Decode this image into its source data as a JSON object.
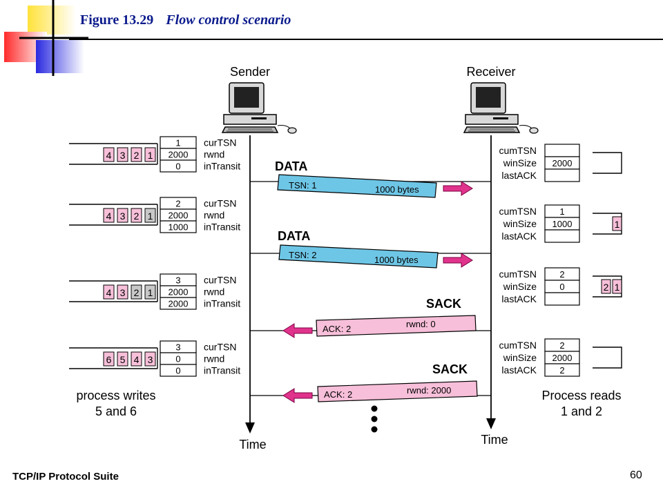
{
  "header": {
    "figure_number": "Figure 13.29",
    "figure_caption": "Flow control scenario"
  },
  "footer": {
    "suite": "TCP/IP Protocol Suite",
    "page_number": "60"
  },
  "sender": {
    "label": "Sender",
    "field_labels": [
      "curTSN",
      "rwnd",
      "inTransit"
    ],
    "states": [
      {
        "buffer": [
          "4",
          "3",
          "2",
          "1"
        ],
        "sent_gray": 0,
        "values": [
          "1",
          "2000",
          "0"
        ]
      },
      {
        "buffer": [
          "4",
          "3",
          "2",
          "1"
        ],
        "sent_gray": 1,
        "values": [
          "2",
          "2000",
          "1000"
        ]
      },
      {
        "buffer": [
          "4",
          "3",
          "2",
          "1"
        ],
        "sent_gray": 2,
        "values": [
          "3",
          "2000",
          "2000"
        ]
      },
      {
        "buffer": [
          "6",
          "5",
          "4",
          "3"
        ],
        "sent_gray": 0,
        "values": [
          "3",
          "0",
          "0"
        ]
      }
    ],
    "note_line1": "process writes",
    "note_line2": "5 and 6",
    "time_label": "Time"
  },
  "receiver": {
    "label": "Receiver",
    "field_labels": [
      "cumTSN",
      "winSize",
      "lastACK"
    ],
    "states": [
      {
        "values": [
          "",
          "2000",
          ""
        ],
        "buffer": []
      },
      {
        "values": [
          "1",
          "1000",
          ""
        ],
        "buffer": [
          "1"
        ]
      },
      {
        "values": [
          "2",
          "0",
          ""
        ],
        "buffer": [
          "2",
          "1"
        ]
      },
      {
        "values": [
          "2",
          "2000",
          "2"
        ],
        "buffer": []
      }
    ],
    "note_line1": "Process reads",
    "note_line2": "1 and 2",
    "time_label": "Time"
  },
  "messages": [
    {
      "type": "DATA",
      "left_text": "TSN: 1",
      "right_text": "1000 bytes",
      "direction": "right"
    },
    {
      "type": "DATA",
      "left_text": "TSN: 2",
      "right_text": "1000 bytes",
      "direction": "right"
    },
    {
      "type": "SACK",
      "left_text": "ACK: 2",
      "right_text": "rwnd: 0",
      "direction": "left"
    },
    {
      "type": "SACK",
      "left_text": "ACK: 2",
      "right_text": "rwnd: 2000",
      "direction": "left"
    }
  ],
  "colors": {
    "title": "#0a1a8c",
    "data_packet": "#6ec6e6",
    "sack_packet": "#f7bfd9",
    "arrow": "#e0338c",
    "buffer_cell": "#f7bfd9",
    "sent_cell": "#c8c8c8"
  },
  "icons": [
    "computer-icon",
    "corner-logo-icon"
  ]
}
